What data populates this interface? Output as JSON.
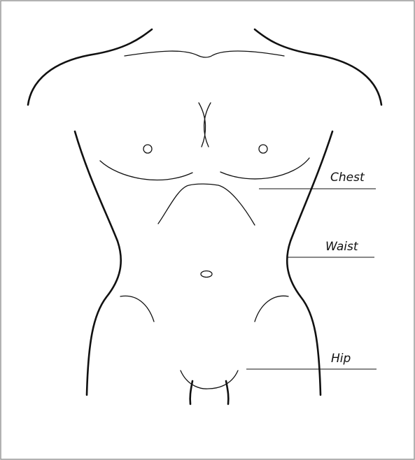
{
  "labels": {
    "chest": "Chest",
    "waist": "Waist",
    "hip": "Hip"
  },
  "colors": {
    "background": "#ffffff",
    "ink": "#111111",
    "border": "#999999"
  }
}
